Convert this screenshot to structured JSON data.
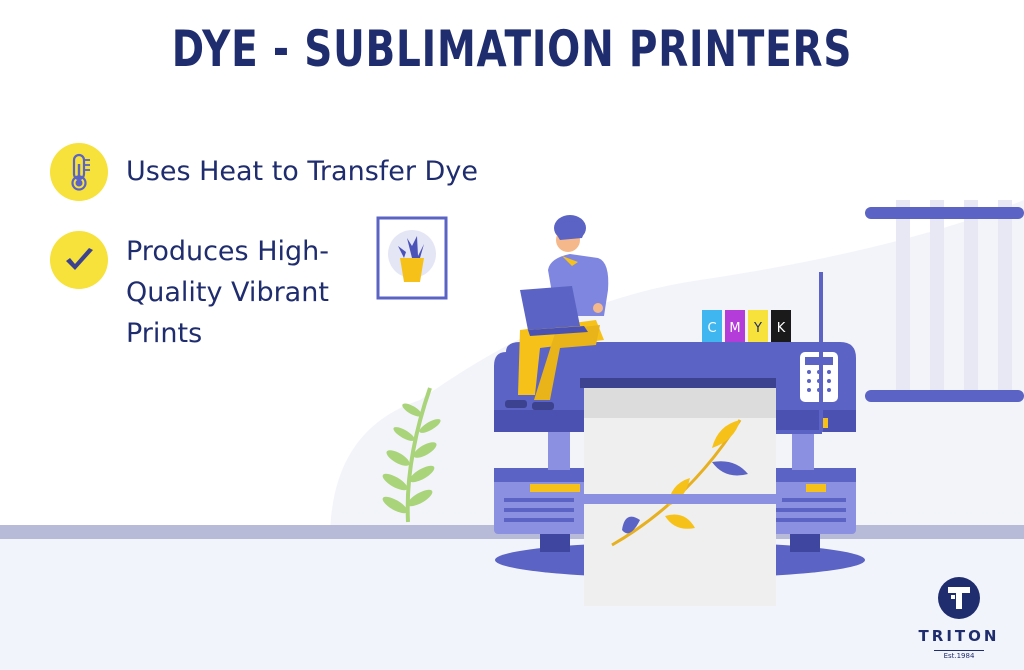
{
  "title": "DYE - SUBLIMATION PRINTERS",
  "features": [
    {
      "text": "Uses Heat to Transfer Dye",
      "icon": "thermometer-icon"
    },
    {
      "text": "Produces High-Quality Vibrant Prints",
      "icon": "checkmark-icon"
    }
  ],
  "ink_labels": [
    "C",
    "M",
    "Y",
    "K"
  ],
  "ink_colors": [
    "#3fb6f0",
    "#b43cd8",
    "#f6e23a",
    "#1a1a1a"
  ],
  "logo": {
    "name": "TRITON",
    "established": "Est.1984"
  },
  "colors": {
    "navy": "#1f2d6e",
    "yellow": "#f6e23a",
    "purple": "#5b63c4",
    "light_purple": "#8b91e0"
  }
}
